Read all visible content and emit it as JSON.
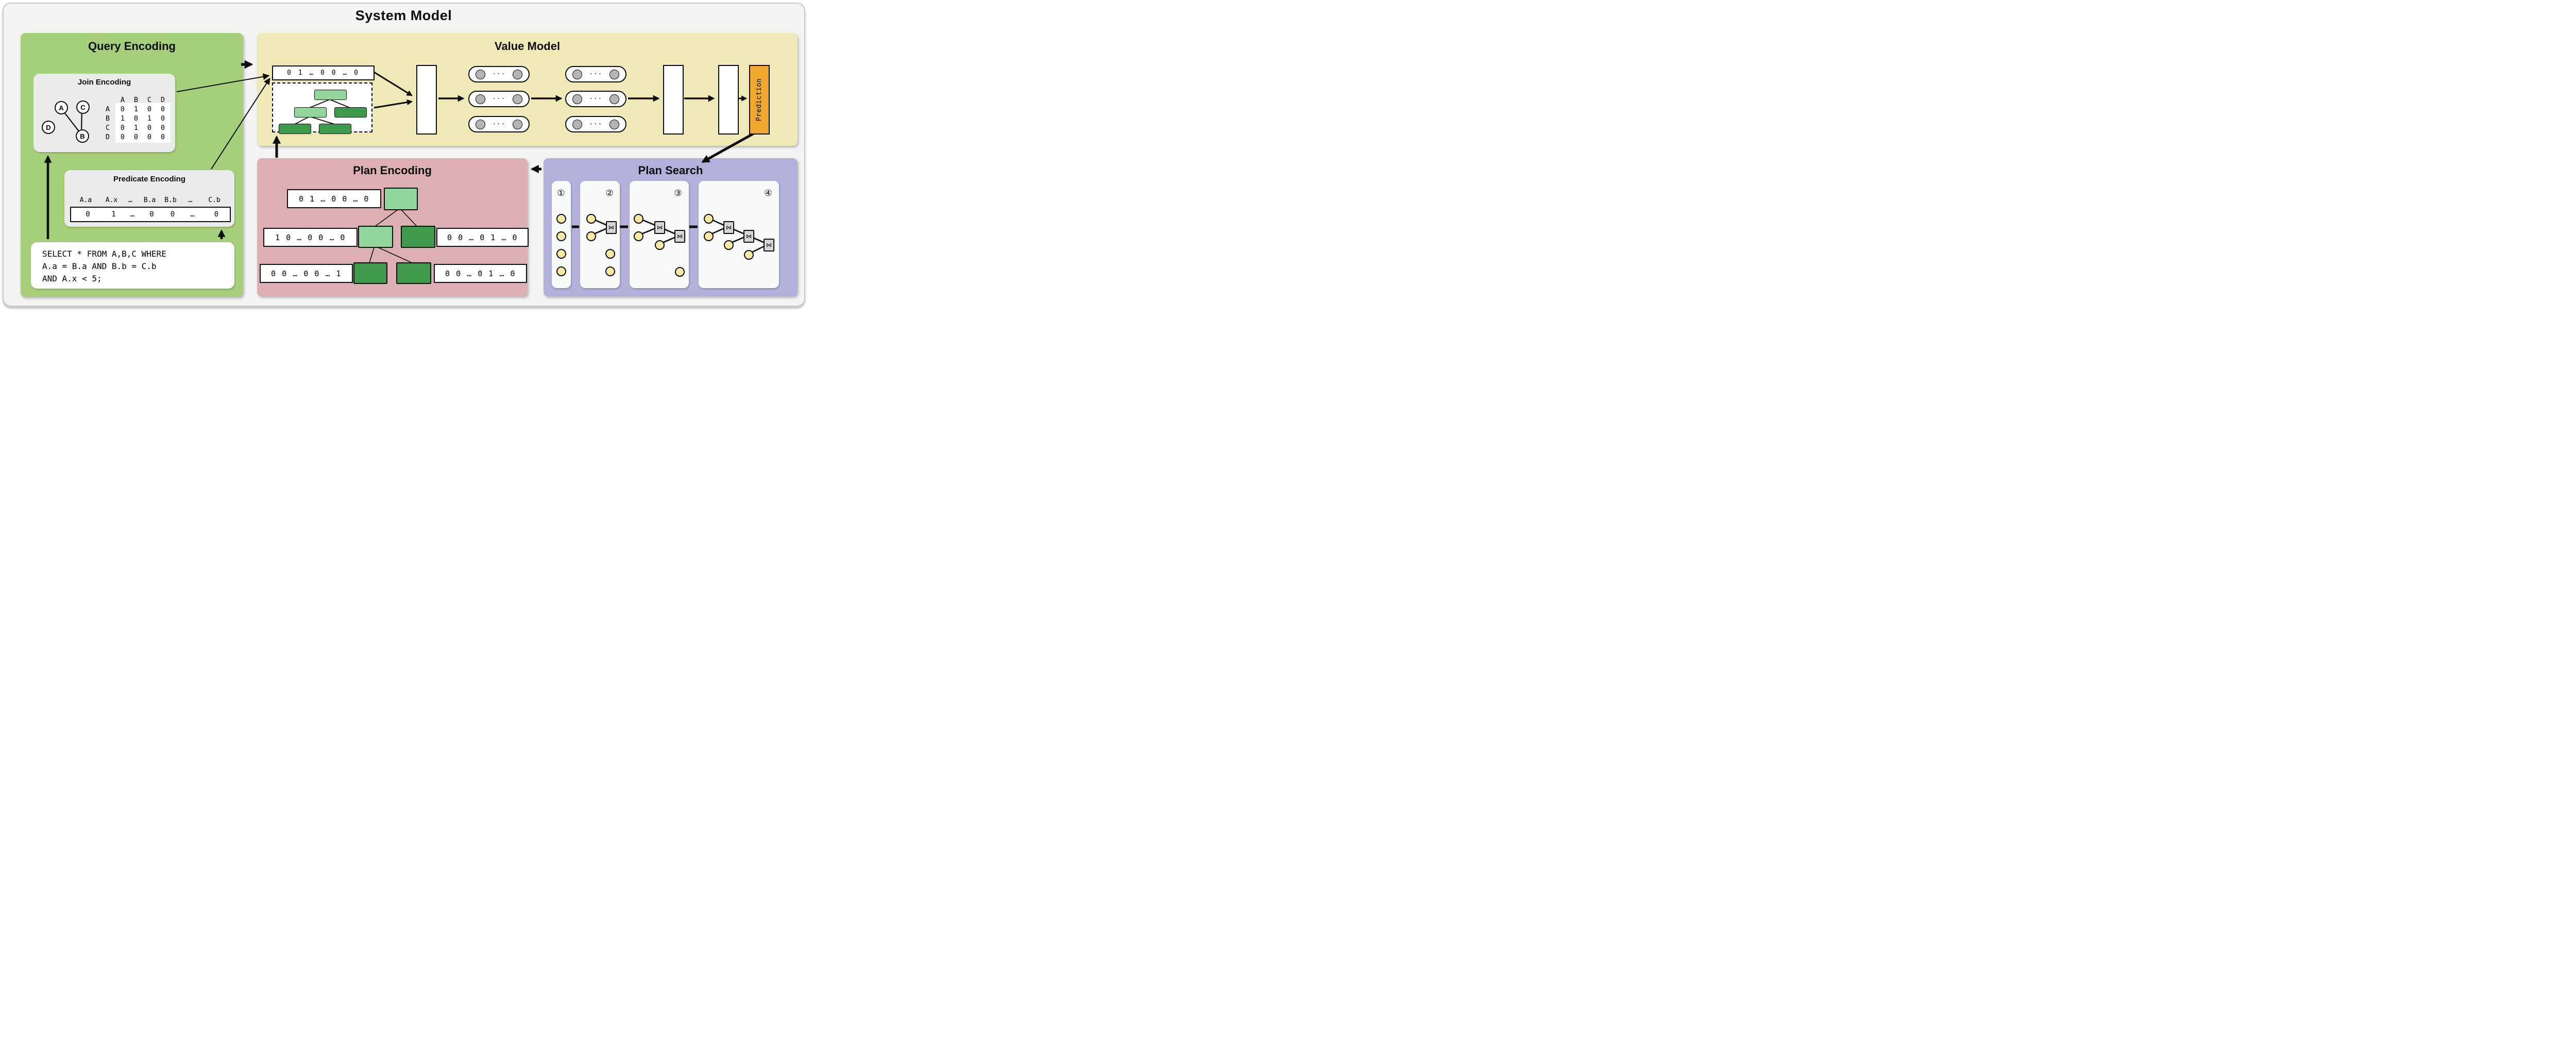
{
  "title": "System Model",
  "colors": {
    "query_box": "#a6cf7a",
    "value_box": "#eee9b6",
    "plan_encoding_box": "#dcb0b2",
    "plan_search_box": "#b1b1db",
    "node_light_green": "#93d69c",
    "node_dark_green": "#3f9a4c",
    "prediction_orange": "#efa72e",
    "table_circle_yellow": "#f9e7a4",
    "neuron_gray": "#b5b5b5"
  },
  "query_encoding": {
    "title": "Query Encoding",
    "join_encoding": {
      "title": "Join Encoding",
      "graph_nodes": [
        "A",
        "C",
        "D",
        "B"
      ],
      "matrix": {
        "col_headers": [
          "A",
          "B",
          "C",
          "D"
        ],
        "rows": [
          {
            "label": "A",
            "values": [
              "0",
              "1",
              "0",
              "0"
            ]
          },
          {
            "label": "B",
            "values": [
              "1",
              "0",
              "1",
              "0"
            ]
          },
          {
            "label": "C",
            "values": [
              "0",
              "1",
              "0",
              "0"
            ]
          },
          {
            "label": "D",
            "values": [
              "0",
              "0",
              "0",
              "0"
            ]
          }
        ]
      }
    },
    "predicate_encoding": {
      "title": "Predicate Encoding",
      "column_headers": [
        "A.a",
        "A.x",
        "…",
        "B.a",
        "B.b",
        "…",
        "C.b"
      ],
      "vector_values": [
        "0",
        "1",
        "…",
        "0",
        "0",
        "…",
        "0"
      ]
    },
    "sql": {
      "lines": [
        "SELECT * FROM A,B,C WHERE",
        "A.a = B.a AND B.b = C.b",
        "AND A.x < 5;"
      ]
    }
  },
  "value_model": {
    "title": "Value Model",
    "input_vector": "0 1 … 0 0 … 0",
    "hidden_dots": "· · ·",
    "prediction_label": "Prediction"
  },
  "plan_encoding": {
    "title": "Plan Encoding",
    "vectors": {
      "root": "0 1 … 0 0 … 0",
      "mid_left": "1 0 … 0 0 … 0",
      "mid_right": "0 0 … 0 1 … 0",
      "bottom_left": "0 0 … 0 0 … 1",
      "bottom_right": "0 0 … 0 1 … 0"
    }
  },
  "plan_search": {
    "title": "Plan Search",
    "step_labels": [
      "①",
      "②",
      "③",
      "④"
    ],
    "join_symbol": "⋈"
  }
}
